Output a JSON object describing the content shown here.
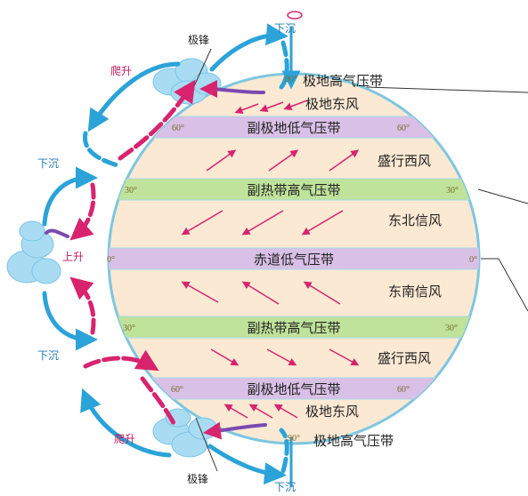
{
  "pressure_belts": {
    "north_polar_high": "极地高气压带",
    "north_subpolar_low": "副极地低气压带",
    "north_subtropical_high": "副热带高气压带",
    "equatorial_low": "赤道低气压带",
    "south_subtropical_high": "副热带高气压带",
    "south_subpolar_low": "副极地低气压带",
    "south_polar_high": "极地高气压带"
  },
  "wind_belts": {
    "north_polar_easterlies": "极地东风",
    "north_westerlies": "盛行西风",
    "northeast_trades": "东北信风",
    "southeast_trades": "东南信风",
    "south_westerlies": "盛行西风",
    "south_polar_easterlies": "极地东风"
  },
  "latitudes": {
    "n90": "90°",
    "n60_left": "60°",
    "n60_right": "60°",
    "n30_left": "30°",
    "n30_right": "30°",
    "eq_left": "0°",
    "eq_right": "0°",
    "s30_left": "30°",
    "s30_right": "30°",
    "s60_left": "60°",
    "s60_right": "60°",
    "s90": "90°"
  },
  "vertical_motion": {
    "top_sink": "下沉",
    "n_front_rise": "爬升",
    "n30_sink": "下沉",
    "eq_rise": "上升",
    "s30_sink": "下沉",
    "s_front_rise": "爬升",
    "bottom_sink": "下沉"
  },
  "fronts": {
    "north": "极锋",
    "south": "极锋"
  },
  "colors": {
    "globe_fill": "#fbe9d3",
    "globe_outline": "#7fc6e0",
    "low_pressure_band": "#d9c0e6",
    "high_pressure_band": "#bfe39a",
    "cell_arrow_blue": "#2ba3d8",
    "cell_arrow_magenta": "#d8246e",
    "wind_arrow": "#d8246e",
    "side_label_magenta": "#c2185b",
    "side_label_blue": "#1f78b4"
  }
}
